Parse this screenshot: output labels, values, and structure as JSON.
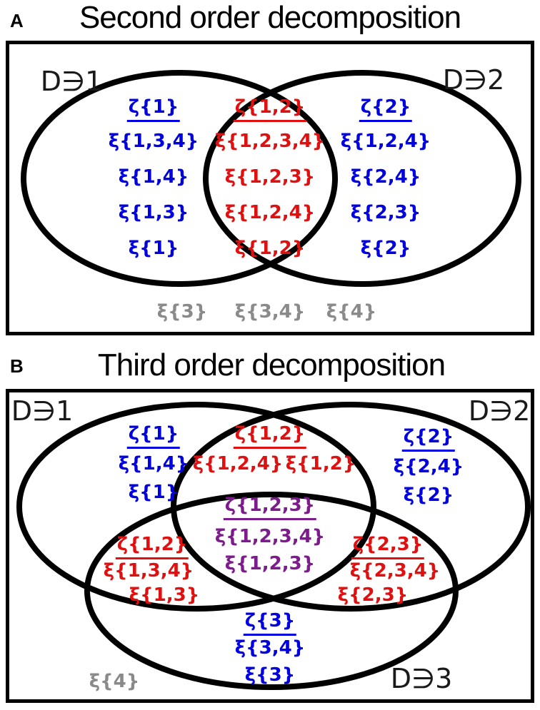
{
  "colors": {
    "blue": "#0000e0",
    "red": "#e01010",
    "purple": "#7d1b8d",
    "gray": "#8a8a8a",
    "outline": "#000000"
  },
  "panelA": {
    "label": "A",
    "title": "Second order decomposition",
    "set_labels": {
      "d1": "D∋1",
      "d2": "D∋2"
    },
    "left": {
      "zeta": "ζ{1}",
      "items": [
        "ξ{1,3,4}",
        "ξ{1,4}",
        "ξ{1,3}",
        "ξ{1}"
      ]
    },
    "center": {
      "zeta": "ζ{1,2}",
      "items": [
        "ξ{1,2,3,4}",
        "ξ{1,2,3}",
        "ξ{1,2,4}",
        "ξ{1,2}"
      ]
    },
    "right": {
      "zeta": "ζ{2}",
      "items": [
        "ξ{1,2,4}",
        "ξ{2,4}",
        "ξ{2,3}",
        "ξ{2}"
      ]
    },
    "outside": [
      "ξ{3}",
      "ξ{3,4}",
      "ξ{4}"
    ]
  },
  "panelB": {
    "label": "B",
    "title": "Third order decomposition",
    "set_labels": {
      "d1": "D∋1",
      "d2": "D∋2",
      "d3": "D∋3"
    },
    "region_1": {
      "zeta": "ζ{1}",
      "items": [
        "ξ{1,4}",
        "ξ{1}"
      ]
    },
    "region_2": {
      "zeta": "ζ{2}",
      "items": [
        "ξ{2,4}",
        "ξ{2}"
      ]
    },
    "region_12": {
      "zeta": "ζ{1,2}",
      "items": [
        "ξ{1,2,4}",
        "ξ{1,2}"
      ]
    },
    "region_123": {
      "zeta": "ζ{1,2,3}",
      "items": [
        "ξ{1,2,3,4}",
        "ξ{1,2,3}"
      ]
    },
    "region_13": {
      "zeta": "ζ{1,2}",
      "items": [
        "ξ{1,3,4}",
        "ξ{1,3}"
      ]
    },
    "region_23": {
      "zeta": "ζ{2,3}",
      "items": [
        "ξ{2,3,4}",
        "ξ{2,3}"
      ]
    },
    "region_3": {
      "zeta": "ζ{3}",
      "items": [
        "ξ{3,4}",
        "ξ{3}"
      ]
    },
    "outside": [
      "ξ{4}"
    ]
  }
}
